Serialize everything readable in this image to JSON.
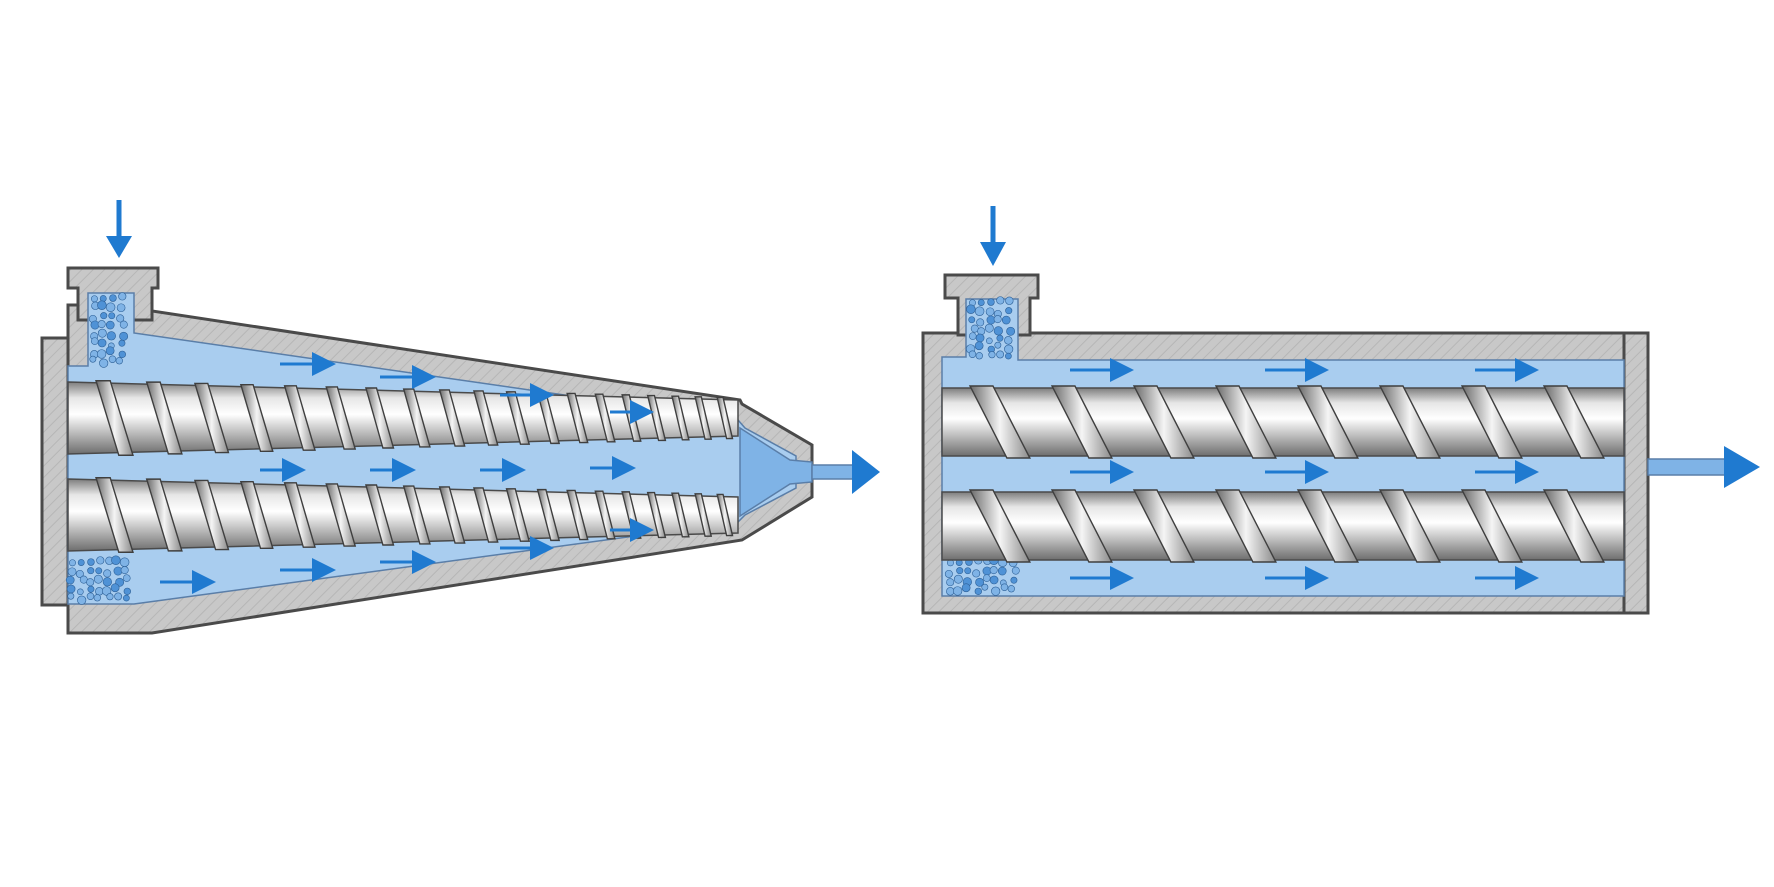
{
  "colors": {
    "background": "#ffffff",
    "housing_fill": "#c9c9c9",
    "housing_stroke": "#4a4a4a",
    "melt_blue": "#a9cdef",
    "flow_arrow": "#1f7ad0",
    "pellet": "#4f92d6",
    "screw_light": "#f2f2f2",
    "screw_dark": "#8c8c8c"
  },
  "diagram": {
    "panels": [
      {
        "name": "conical-twin-screw-extruder",
        "barrel_shape": "conical",
        "screw_count": 2,
        "flight_spacing": "decreasing",
        "has_die_nozzle": true
      },
      {
        "name": "parallel-twin-screw-extruder",
        "barrel_shape": "parallel",
        "screw_count": 2,
        "flight_spacing": "uniform",
        "has_die_nozzle": false
      }
    ],
    "icons": {
      "feed_arrow": "arrow-down-icon",
      "output_arrow": "arrow-right-icon",
      "pellets": "pellet-icon",
      "flow_arrows": "arrow-right-icon"
    }
  }
}
